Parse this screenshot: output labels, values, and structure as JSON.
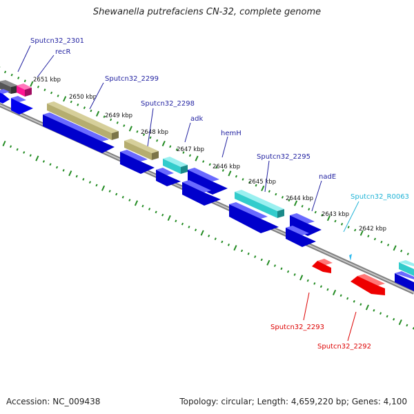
{
  "title": "Shewanella putrefaciens CN-32, complete genome",
  "accession": "Accession: NC_009438",
  "topology": "Topology: circular; Length: 4,659,220 bp; Genes: 4,100",
  "colors": {
    "backbone": "#808080",
    "ruler_ticks": "#228b22",
    "cds": "#0000ee",
    "gene_gray": "#666666",
    "gene_magenta": "#ff1493",
    "gene_tan": "#b5ad6f",
    "gene_cyan": "#33cccc",
    "gene_red": "#ee0000",
    "label_dark": "#1f1fa0",
    "label_cyan": "#1fb3d6",
    "label_red": "#dd0000"
  },
  "ruler": {
    "labels": [
      "2651 kbp",
      "2650 kbp",
      "2649 kbp",
      "2648 kbp",
      "2647 kbp",
      "2646 kbp",
      "2645 kbp",
      "2644 kbp",
      "2643 kbp",
      "2642 kbp"
    ]
  },
  "features": [
    {
      "label": "Sputcn32_2301",
      "color": "gene_gray"
    },
    {
      "label": "recR",
      "color": "gene_magenta"
    },
    {
      "label": "Sputcn32_2299",
      "color": "gene_tan"
    },
    {
      "label": "Sputcn32_2298",
      "color": "gene_tan"
    },
    {
      "label": "adk",
      "color": "gene_cyan"
    },
    {
      "label": "hemH",
      "color": "cds"
    },
    {
      "label": "Sputcn32_2295",
      "color": "gene_cyan"
    },
    {
      "label": "nadE",
      "color": "cds"
    },
    {
      "label": "Sputcn32_R0063",
      "color": "gene_cyan"
    },
    {
      "label": "Sputcn32_2293",
      "color": "gene_red"
    },
    {
      "label": "Sputcn32_2292",
      "color": "gene_red"
    }
  ]
}
